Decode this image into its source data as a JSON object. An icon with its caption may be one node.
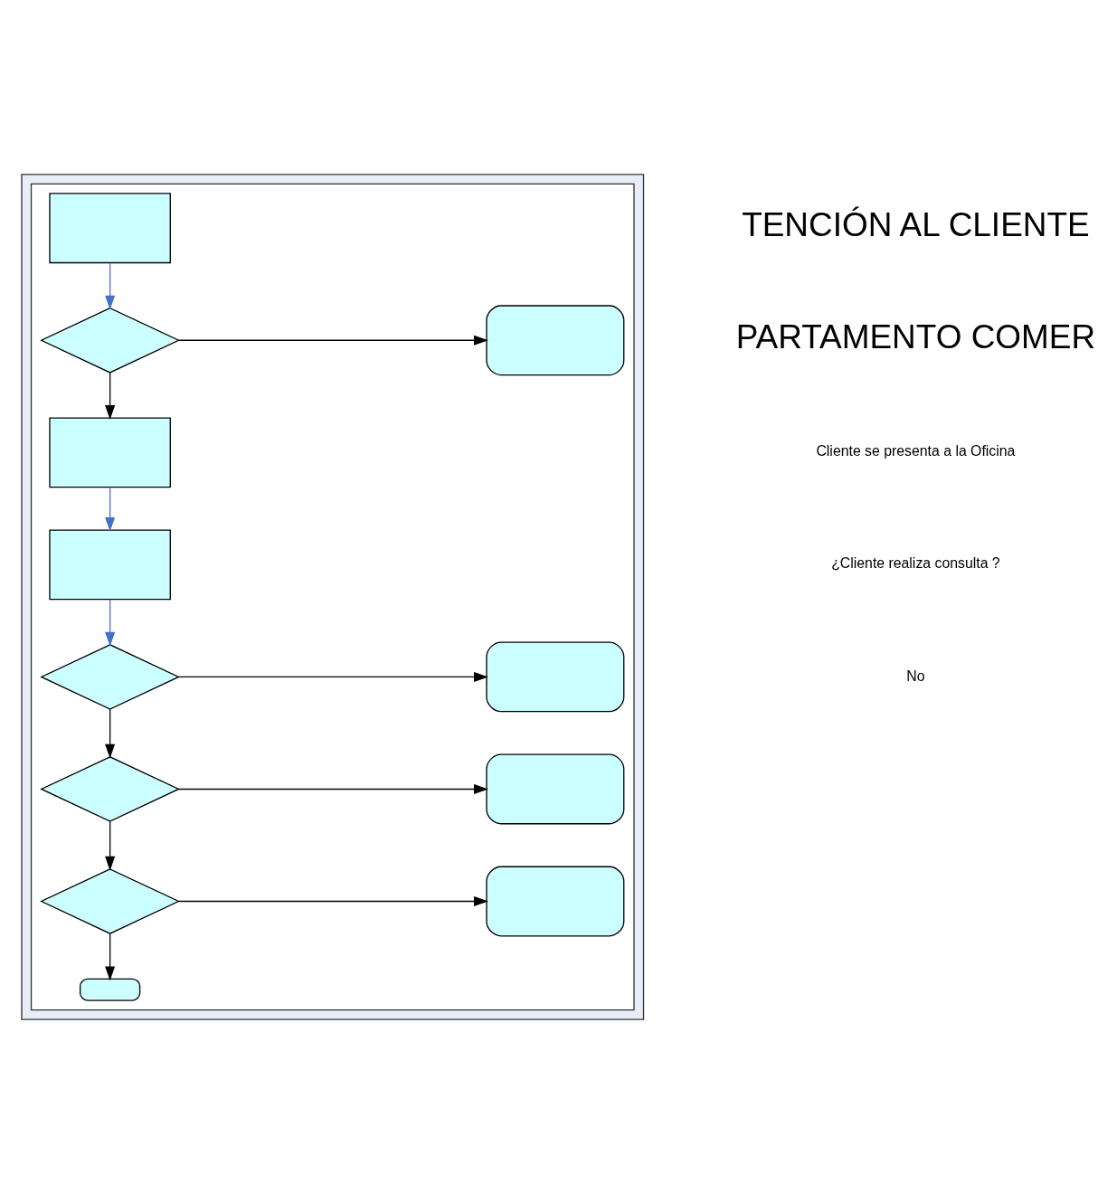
{
  "diagram": {
    "nodes": [
      {
        "text": [],
        "shape": "box"
      },
      {
        "text": [],
        "shape": "box",
        "in": 0
      },
      {
        "text": [],
        "shape": "box",
        "in": 1
      },
      {
        "text": [],
        "shape": "diamond",
        "in": 1
      },
      {
        "text": [],
        "shape": "box",
        "in": 1
      },
      {
        "text": [],
        "shape": "box",
        "in": 1
      },
      {
        "text": [],
        "shape": "box",
        "in": 1
      },
      {
        "text": [],
        "shape": "diamond",
        "in": 1
      },
      {
        "text": [],
        "shape": "box",
        "in": 1
      },
      {
        "text": [],
        "shape": "diamond",
        "in": 1
      },
      {
        "text": [],
        "shape": "box",
        "in": 1
      },
      {
        "text": [],
        "shape": "diamond",
        "in": 1
      },
      {
        "text": [],
        "shape": "box",
        "in": 1
      },
      {
        "text": [],
        "shape": "box",
        "in": 1
      }
    ],
    "edges": [
      {
        "from": 2,
        "to": 3,
        "arrow": "to",
        "color": "#4472c4"
      },
      {
        "from": 3,
        "to": 4,
        "arrow": "to"
      },
      {
        "from": 3,
        "to": 5,
        "arrow": "to"
      },
      {
        "from": 5,
        "to": 6,
        "arrow": "to",
        "color": "#4472c4"
      },
      {
        "from": 6,
        "to": 7,
        "arrow": "to",
        "color": "#4472c4"
      },
      {
        "from": 7,
        "to": 8,
        "arrow": "to"
      },
      {
        "from": 7,
        "to": 9,
        "arrow": "to"
      },
      {
        "from": 9,
        "to": 10,
        "arrow": "to"
      },
      {
        "from": 9,
        "to": 11,
        "arrow": "to"
      },
      {
        "from": 11,
        "to": 12,
        "arrow": "to"
      },
      {
        "from": 11,
        "to": 13,
        "arrow": "to"
      }
    ],
    "labels": [
      "TENCIÓN AL CLIENTE",
      "PARTAMENTO COMER",
      "Cliente se presenta a la Oficina",
      "¿Cliente realiza consulta ?",
      "No"
    ]
  }
}
